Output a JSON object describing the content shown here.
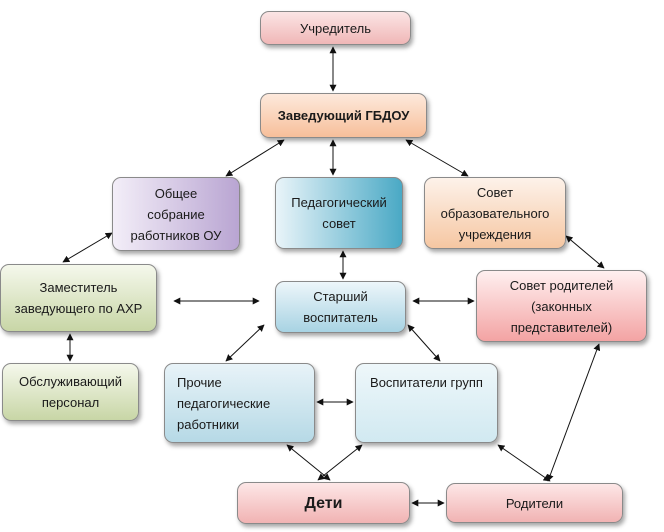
{
  "nodes": {
    "founder": "Учредитель",
    "head": "Заведующий ГБДОУ",
    "assembly": "Общее\nсобрание\nработников ОУ",
    "ped_council": "Педагогический\nсовет",
    "edu_council": "Совет\nобразовательного\nучреждения",
    "deputy": "Заместитель\nзаведующего по  АХР",
    "senior_educator": "Старший\nвоспитатель",
    "parents_council": "Совет родителей\n(законных\nпредставителей)",
    "service_staff": "Обслуживающий\nперсонал",
    "other_ped": "Прочие\nпедагогические\nработники",
    "group_educators": "Воспитатели групп",
    "children": "Дети",
    "parents": "Родители"
  }
}
